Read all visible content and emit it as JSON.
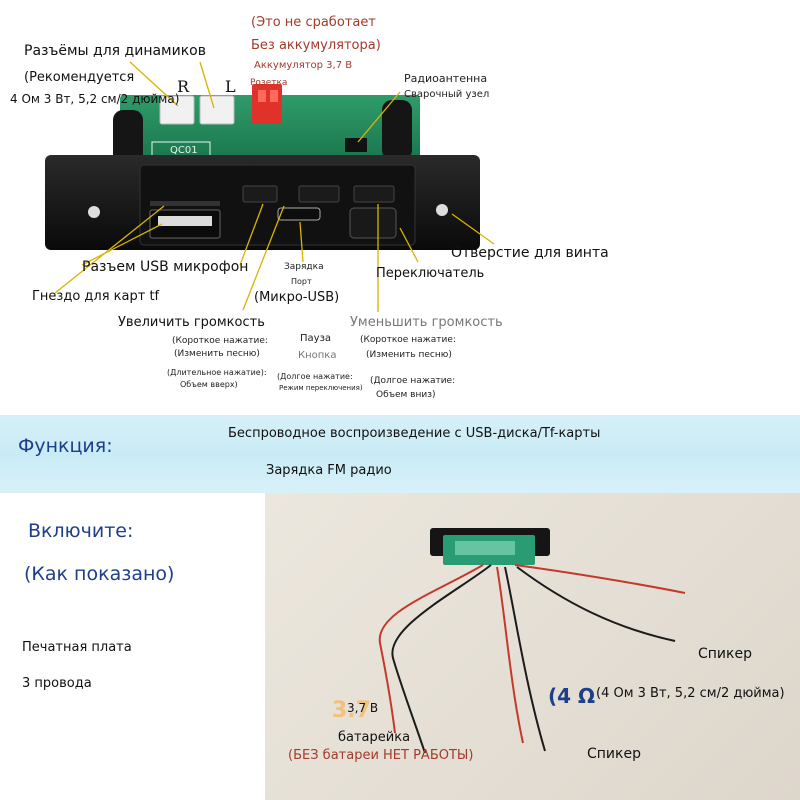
{
  "colors": {
    "accent_blue": "#1d3f8a",
    "warning_red": "#a23b2a",
    "band_cyan": "#c9ebf6",
    "pcb_green": "#1f8a5a",
    "panel_black": "#111111",
    "leader_yellow": "#d9b400"
  },
  "diagram": {
    "note_no_work": "(Это не сработает",
    "note_no_battery": "Без аккумулятора)",
    "battery_37v": "Аккумулятор 3,7 В",
    "socket": "Розетка",
    "speaker_connectors": "Разъёмы для динамиков",
    "recommended": "(Рекомендуется",
    "speaker_spec": "4 Ом 3 Вт, 5,2 см/2 дюйма)",
    "channel_r": "R",
    "channel_l": "L",
    "radio_antenna": "Радиоантенна",
    "solder_joint": "Сварочный узел",
    "screw_hole": "Отверстие для винта",
    "usb_mic": "Разъем USB микрофон",
    "tf_slot": "Гнездо для карт tf",
    "charging": "Зарядка",
    "port": "Порт",
    "micro_usb": "(Микро-USB)",
    "switch": "Переключатель",
    "volume_up": "Увеличить громкость",
    "volume_up_short": "(Короткое нажатие:",
    "volume_up_short_action": "(Изменить песню)",
    "volume_up_long": "(Длительное нажатие):",
    "volume_up_long_action": "Объем вверх)",
    "pause": "Пауза",
    "button": "Кнопка",
    "long_press": "(Долгое нажатие:",
    "mode_switch": "Режим переключения)",
    "volume_down": "Уменьшить громкость",
    "volume_down_short": "(Короткое нажатие:",
    "volume_down_short_action": "(Изменить песню)",
    "volume_down_long": "(Долгое нажатие:",
    "volume_down_long_action": "Объем вниз)",
    "pcb_marking": "QC01"
  },
  "function": {
    "title": "Функция:",
    "line_1": "Беспроводное воспроизведение с USB-диска/Tf-карты",
    "line_2": "Зарядка FM радио"
  },
  "turn_on": {
    "title": "Включите:",
    "note": "(Как показано)",
    "pcb": "Печатная плата",
    "wires": "3 провода"
  },
  "photo": {
    "speaker_1": "Спикер",
    "speaker_2": "Спикер",
    "ohm_symbol": "(4 Ω",
    "ohm_desc": "(4 Ом 3 Вт, 5,2 см/2 дюйма)",
    "battery_voltage_big": "3.7",
    "battery_voltage": "3,7 В",
    "battery": "батарейка",
    "battery_warning": "(БЕЗ батареи НЕТ РАБОТЫ)"
  }
}
